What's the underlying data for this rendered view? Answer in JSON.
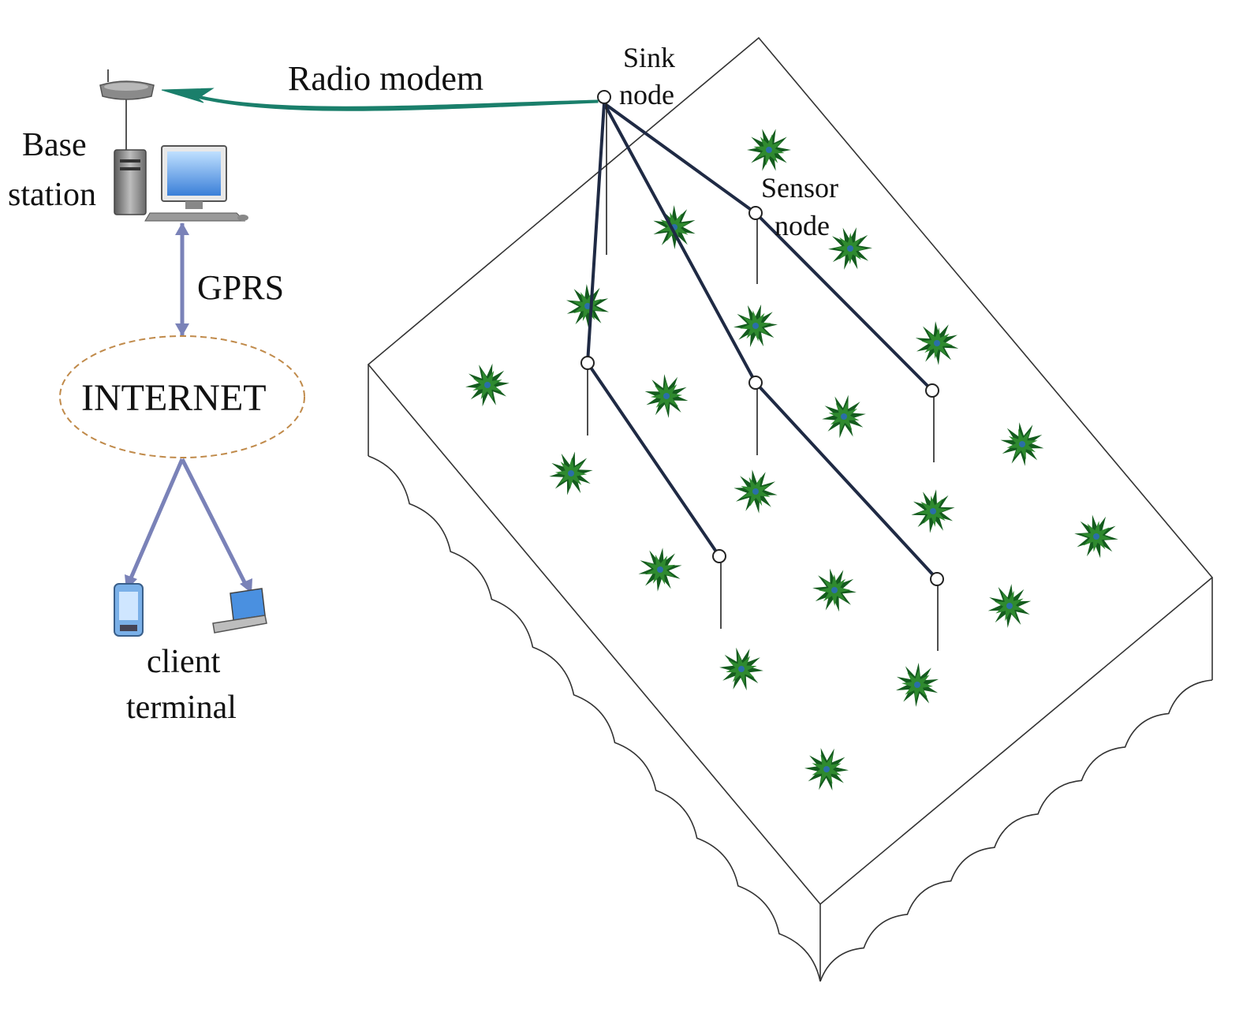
{
  "labels": {
    "radio_modem": "Radio modem",
    "sink_line1": "Sink",
    "sink_line2": "node",
    "base_line1": "Base",
    "base_line2": "station",
    "sensor_line1": "Sensor",
    "sensor_line2": "node",
    "gprs": "GPRS",
    "internet": "INTERNET",
    "client_line1": "client",
    "client_line2": "terminal"
  },
  "colors": {
    "radio_link": "#1a7f6b",
    "tree_links": "#1f2a44",
    "gprs_arrows": "#7a82b8",
    "internet_ellipse": "#c08a4a",
    "plant": "#2f8a2f",
    "plant_dark": "#145c1e",
    "field_outline": "#333333"
  },
  "icons": {
    "base_station_antenna": "router-icon",
    "base_station_pc": "desktop-computer-icon",
    "client_phone": "mobile-phone-icon",
    "client_laptop": "laptop-icon",
    "crop": "plant-icon"
  }
}
